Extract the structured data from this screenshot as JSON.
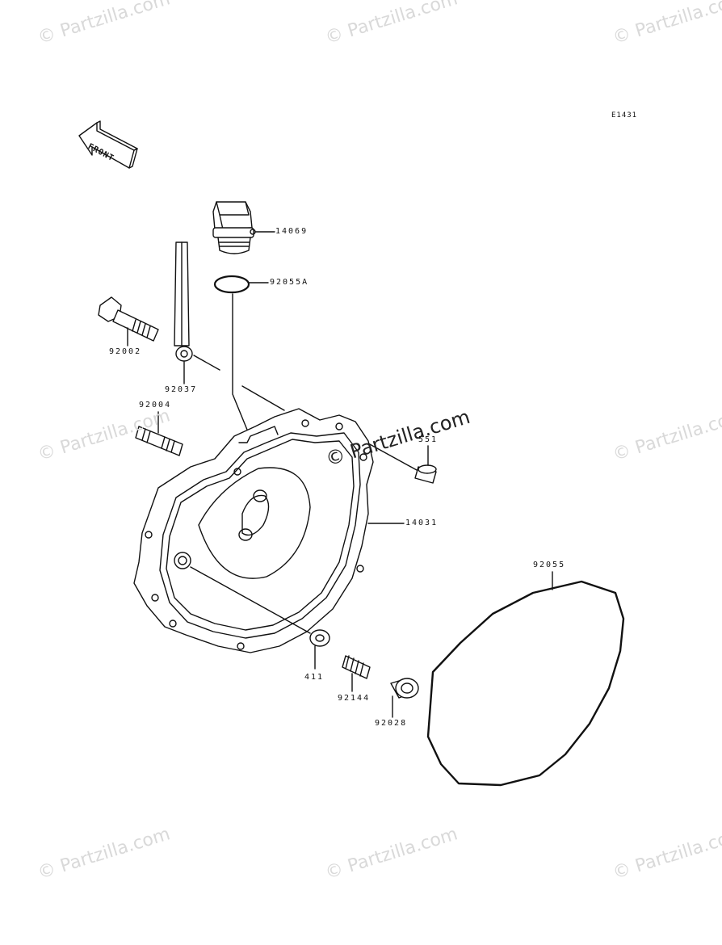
{
  "watermark": "© Partzilla.com",
  "diagram_code": "E1431",
  "front_label": "FRONT",
  "parts": {
    "oil_filler_cap": "14069",
    "o_ring_cap": "92055A",
    "bolt": "92002",
    "dipstick_holder": "92037",
    "stud": "92004",
    "dowel_pin": "551",
    "cover": "14031",
    "gasket": "92055",
    "washer": "411",
    "spring": "92144",
    "collar": "92028"
  }
}
